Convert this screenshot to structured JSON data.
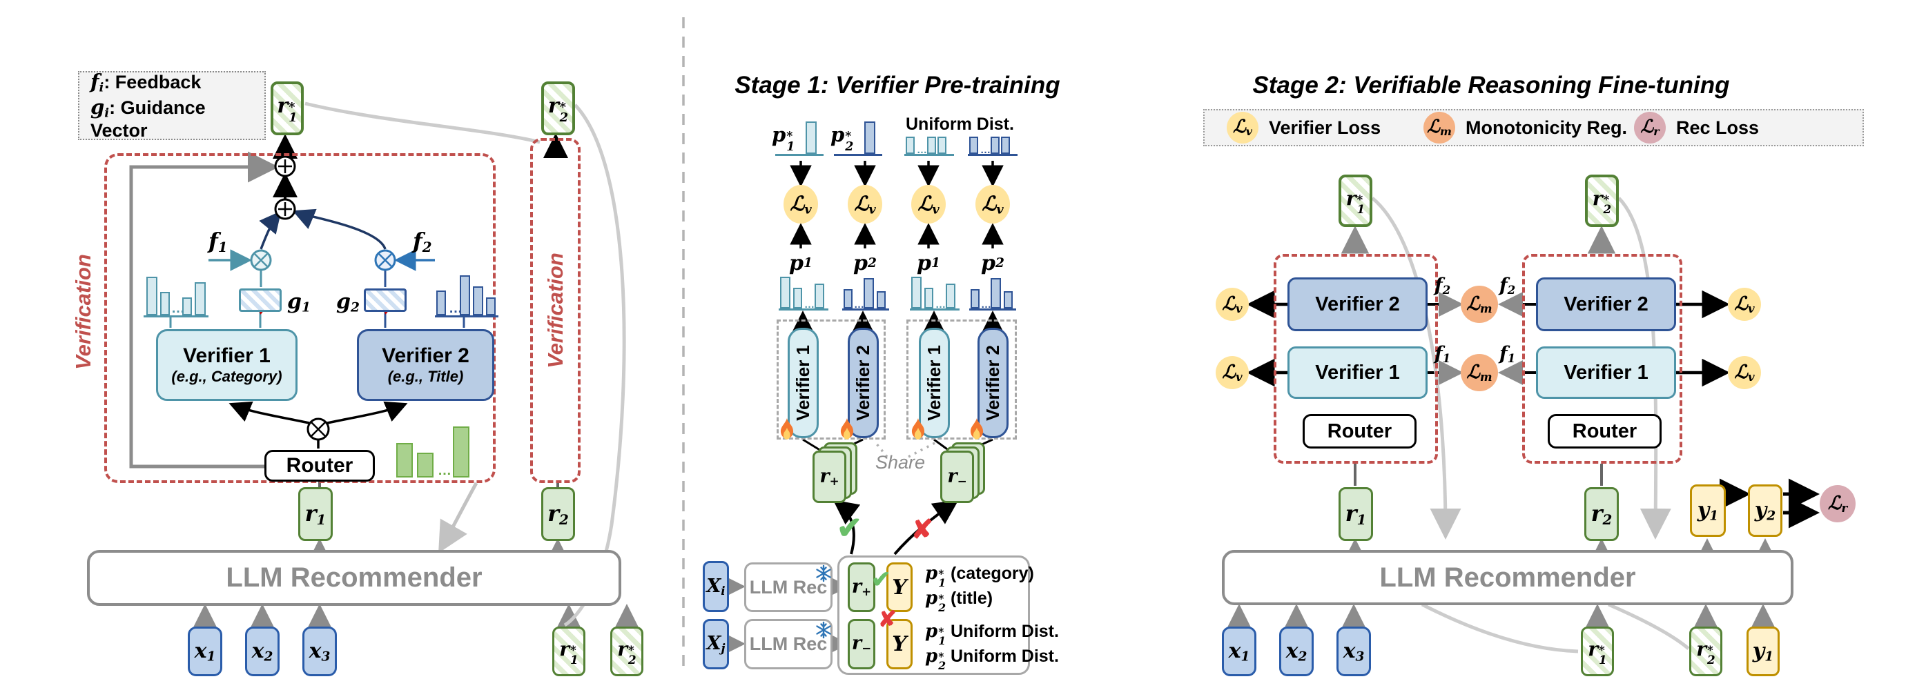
{
  "sym": {
    "f_i": {
      "base": "f",
      "sub": "i"
    },
    "g_i": {
      "base": "g",
      "sub": "i"
    },
    "r1": {
      "base": "r",
      "sub": "1"
    },
    "r2": {
      "base": "r",
      "sub": "2"
    },
    "rs1": {
      "base": "r",
      "sup": "*",
      "sub": "1"
    },
    "rs2": {
      "base": "r",
      "sup": "*",
      "sub": "2"
    },
    "p1": {
      "base": "p",
      "sub": "1"
    },
    "p2": {
      "base": "p",
      "sub": "2"
    },
    "ps1": {
      "base": "p",
      "sup": "*",
      "sub": "1"
    },
    "ps2": {
      "base": "p",
      "sup": "*",
      "sub": "2"
    },
    "f1": {
      "base": "f",
      "sub": "1"
    },
    "f2": {
      "base": "f",
      "sub": "2"
    },
    "g1": {
      "base": "g",
      "sub": "1"
    },
    "g2": {
      "base": "g",
      "sub": "2"
    },
    "x1": {
      "base": "x",
      "sub": "1"
    },
    "x2": {
      "base": "x",
      "sub": "2"
    },
    "x3": {
      "base": "x",
      "sub": "3"
    },
    "Xi": {
      "base": "X",
      "sub": "i"
    },
    "Xj": {
      "base": "X",
      "sub": "j"
    },
    "y1": {
      "base": "y",
      "sub": "1"
    },
    "y2": {
      "base": "y",
      "sub": "2"
    },
    "rplus": {
      "base": "r",
      "sub": "+"
    },
    "rminus": {
      "base": "r",
      "sub": "−"
    },
    "Y": "Y",
    "Lv": {
      "base": "ℒ",
      "sub": "v"
    },
    "Lm": {
      "base": "ℒ",
      "sub": "m"
    },
    "Lr": {
      "base": "ℒ",
      "sub": "r"
    },
    "dots": "…"
  },
  "icons": {
    "check": "✔",
    "cross": "✘"
  },
  "left": {
    "legend": {
      "fi_desc": ": Feedback",
      "gi_desc": ": Guidance Vector"
    },
    "verification": "Verification",
    "verifier1_title": "Verifier 1",
    "verifier1_sub": "(e.g., Category)",
    "verifier2_title": "Verifier 2",
    "verifier2_sub": "(e.g., Title)",
    "router": "Router",
    "llm": "LLM Recommender"
  },
  "stage1": {
    "title": "Stage 1: Verifier Pre-training",
    "uniform": "Uniform Dist.",
    "verifier1": "Verifier 1",
    "verifier2": "Verifier 2",
    "share": "Share",
    "llm_rec": "LLM Rec",
    "cat_desc": " (category)",
    "title_desc": " (title)",
    "uniform_desc": " Uniform Dist."
  },
  "stage2": {
    "title": "Stage 2: Verifiable Reasoning Fine-tuning",
    "legend": [
      {
        "label": "Verifier Loss"
      },
      {
        "label": "Monotonicity Reg."
      },
      {
        "label": "Rec Loss"
      }
    ],
    "verifier1": "Verifier 1",
    "verifier2": "Verifier 2",
    "router": "Router",
    "llm": "LLM Recommender"
  },
  "colors": {
    "red_dash": "#c0504d",
    "teal": "#4e94a8",
    "blue": "#2f5496",
    "navy": "#1f3864",
    "green": "#538135",
    "yellow": "#bf9000",
    "loss_v": "#ffe49c",
    "loss_m": "#f5b183",
    "loss_r": "#d9abb3",
    "gray": "#8c8c8c"
  }
}
